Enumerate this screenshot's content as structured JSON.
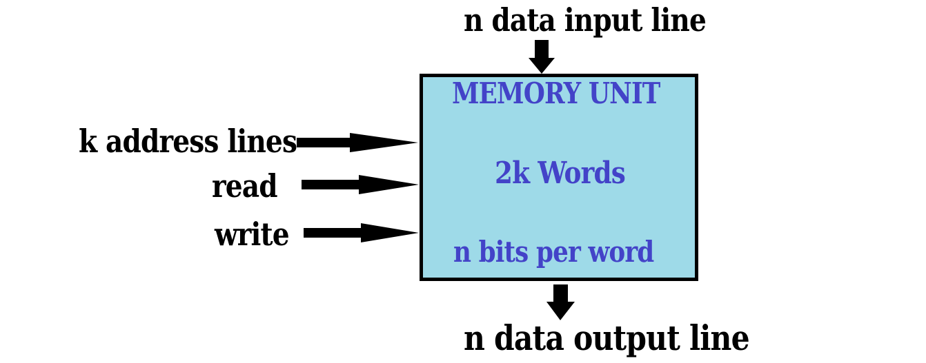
{
  "diagram": {
    "title_top": "n data input line",
    "title_bottom": "n data output line",
    "inputs": [
      {
        "label": "k address lines"
      },
      {
        "label": "read"
      },
      {
        "label": "write"
      }
    ],
    "memory_unit": {
      "title": "MEMORY UNIT",
      "capacity": "2k Words",
      "word_size": "n bits per word"
    },
    "colors": {
      "box_fill": "#9EDAE8",
      "box_border": "#000000",
      "box_text": "#4343C8",
      "label_text": "#000000",
      "arrow": "#000000"
    }
  }
}
